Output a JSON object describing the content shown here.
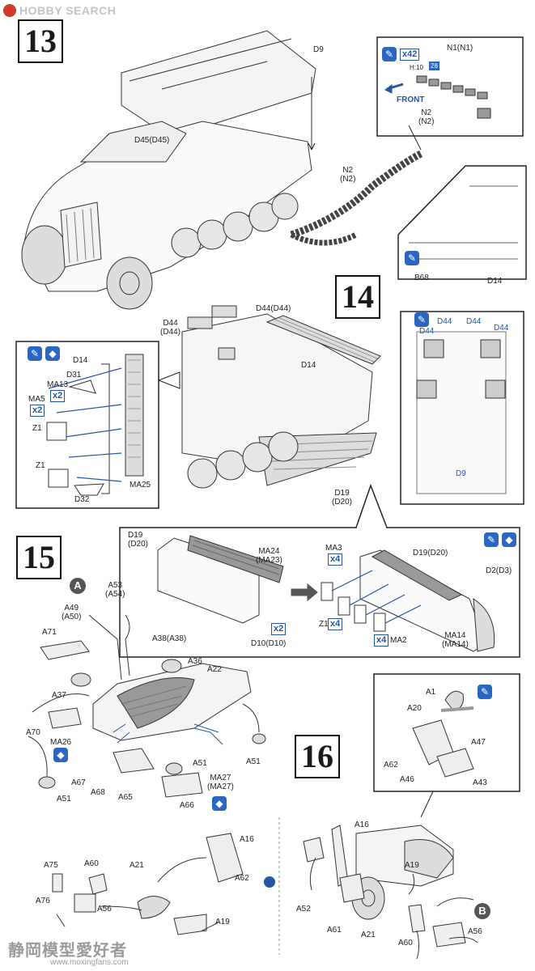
{
  "header": {
    "logo_text": "HOBBY SEARCH"
  },
  "footer": {
    "watermark": "静岡模型愛好者",
    "url": "www.moxingfans.com"
  },
  "steps": {
    "s13": {
      "number": "13",
      "labels": {
        "d9": "D9",
        "d45": "D45(D45)",
        "n2": "N2\n(N2)"
      },
      "inset": {
        "mult": "x42",
        "h10": "H:10",
        "h10_num": "28",
        "n1": "N1(N1)",
        "front": "FRONT",
        "n2": "N2\n(N2)"
      }
    },
    "s14": {
      "number": "14",
      "labels": {
        "b68": "B68",
        "d14_top": "D14",
        "d44_pair": "D44\n(D44)",
        "d44_single": "D44(D44)",
        "d14_mid": "D14",
        "d19": "D19\n(D20)"
      },
      "left_inset": {
        "d14": "D14",
        "d31": "D31",
        "ma13": "MA13",
        "x2a": "x2",
        "ma5": "MA5",
        "x2b": "x2",
        "z1a": "Z1",
        "z1b": "Z1",
        "d32": "D32",
        "ma25": "MA25"
      },
      "right_inset": {
        "d44a": "D44",
        "d44b": "D44",
        "d44c": "D44",
        "d44d": "D44",
        "d9": "D9"
      }
    },
    "s15": {
      "number": "15",
      "mesh_box": {
        "d19": "D19\n(D20)",
        "ma24": "MA24\n(MA23)",
        "x2": "x2",
        "d10": "D10(D10)",
        "ma3": "MA3",
        "x4a": "x4",
        "z1": "Z1",
        "x4b": "x4",
        "x4c": "x4",
        "ma2": "MA2",
        "d19b": "D19(D20)",
        "d2": "D2(D3)",
        "ma14": "MA14\n(MA14)"
      },
      "subassembly": "A",
      "labels": {
        "a53": "A53\n(A54)",
        "a49": "A49\n(A50)",
        "a71": "A71",
        "a38": "A38(A38)",
        "a36": "A36",
        "a22": "A22",
        "a37": "A37",
        "a70": "A70",
        "ma26": "MA26",
        "a67": "A67",
        "a68": "A68",
        "a65": "A65",
        "a66": "A66",
        "a51a": "A51",
        "a51b": "A51",
        "a51c": "A51",
        "ma27": "MA27\n(MA27)"
      },
      "lower": {
        "a75": "A75",
        "a60": "A60",
        "a76": "A76",
        "a56": "A56",
        "a21": "A21",
        "a16": "A16",
        "a62": "A62",
        "a19": "A19"
      }
    },
    "s16": {
      "number": "16",
      "inset": {
        "a1": "A1",
        "a20": "A20",
        "a47": "A47",
        "a62": "A62",
        "a46": "A46",
        "a43": "A43"
      },
      "labels": {
        "a16": "A16",
        "a52": "A52",
        "a19": "A19",
        "a61": "A61",
        "a21": "A21",
        "a60": "A60",
        "a56": "A56"
      },
      "subassembly": "B"
    }
  },
  "colors": {
    "accent_blue": "#2456a6",
    "icon_blue": "#2b67c2",
    "line": "#222222"
  }
}
